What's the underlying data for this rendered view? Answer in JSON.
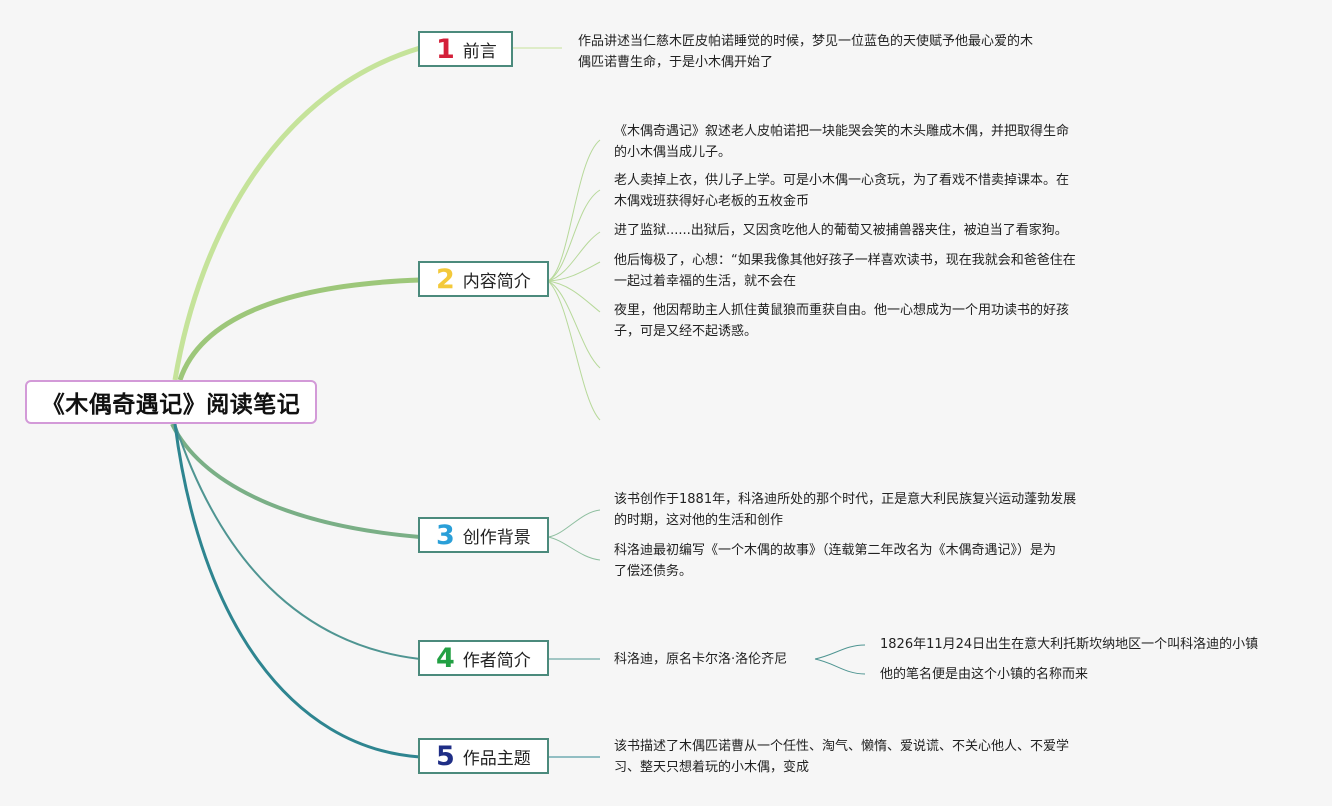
{
  "root": {
    "title": "《木偶奇遇记》阅读笔记"
  },
  "colors": {
    "root_border": "#d39ad8",
    "branch_border": "#4b8a7c",
    "link_1": "#c5e39a",
    "link_2": "#9dc77a",
    "link_3": "#7aaf86",
    "link_4": "#4f9592",
    "link_5": "#2e8590"
  },
  "branches": [
    {
      "num": "1",
      "num_color": "#d4203a",
      "label": "前言",
      "leaves": [
        [
          "作品讲述当仁慈木匠皮帕诺睡觉的时候，梦见一位蓝色的天使赋予他最心爱的木",
          "偶匹诺曹生命，于是小木偶开始了"
        ]
      ]
    },
    {
      "num": "2",
      "num_color": "#f3c93a",
      "label": "内容简介",
      "leaves": [
        [
          "《木偶奇遇记》叙述老人皮帕诺把一块能哭会笑的木头雕成木偶，并把取得生命",
          "的小木偶当成儿子。"
        ],
        [
          "老人卖掉上衣，供儿子上学。可是小木偶一心贪玩，为了看戏不惜卖掉课本。在",
          "木偶戏班获得好心老板的五枚金币"
        ],
        [
          "进了监狱......出狱后，又因贪吃他人的葡萄又被捕兽器夹住，被迫当了看家狗。"
        ],
        [
          "他后悔极了，心想：“如果我像其他好孩子一样喜欢读书，现在我就会和爸爸住在",
          "一起过着幸福的生活，就不会在"
        ],
        [
          "夜里，他因帮助主人抓住黄鼠狼而重获自由。他一心想成为一个用功读书的好孩",
          "子，可是又经不起诱惑。"
        ]
      ]
    },
    {
      "num": "3",
      "num_color": "#2a9fd8",
      "label": "创作背景",
      "leaves": [
        [
          "该书创作于1881年，科洛迪所处的那个时代，正是意大利民族复兴运动蓬勃发展",
          "的时期，这对他的生活和创作"
        ],
        [
          "科洛迪最初编写《一个木偶的故事》（连载第二年改名为《木偶奇遇记》）是为",
          "了偿还债务。"
        ]
      ]
    },
    {
      "num": "4",
      "num_color": "#22a043",
      "label": "作者简介",
      "leaves": [
        [
          "科洛迪，原名卡尔洛·洛伦齐尼"
        ]
      ],
      "subleaves": [
        "1826年11月24日出生在意大利托斯坎纳地区一个叫科洛迪的小镇",
        "他的笔名便是由这个小镇的名称而来"
      ]
    },
    {
      "num": "5",
      "num_color": "#1f2e86",
      "label": "作品主题",
      "leaves": [
        [
          "该书描述了木偶匹诺曹从一个任性、淘气、懒惰、爱说谎、不关心他人、不爱学",
          "习、整天只想着玩的小木偶，变成"
        ]
      ]
    }
  ]
}
